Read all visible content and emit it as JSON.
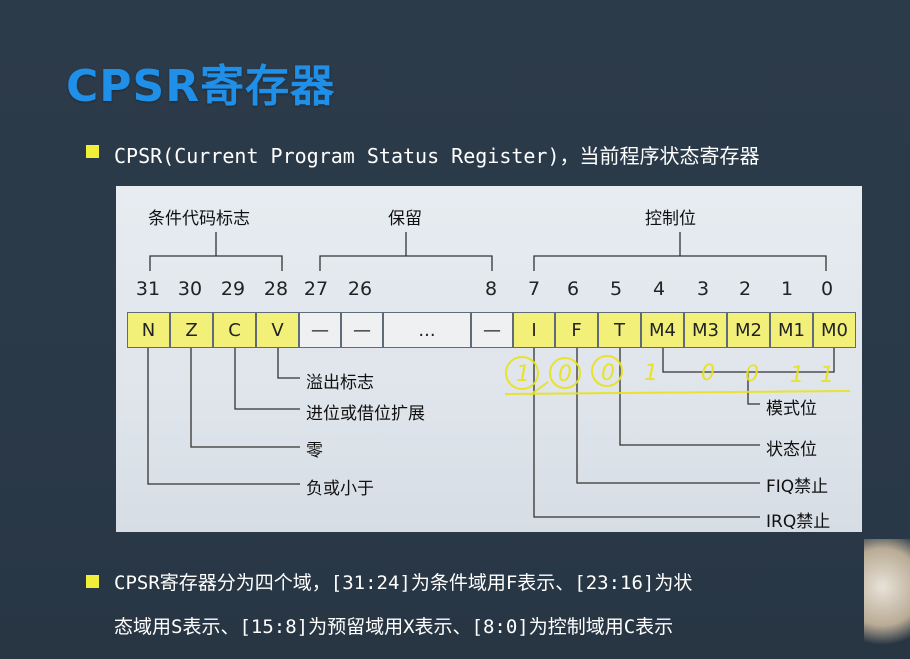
{
  "slide": {
    "title": "CPSR寄存器",
    "bullet1": "CPSR(Current Program Status Register)，当前程序状态寄存器",
    "bullet2_line1": "CPSR寄存器分为四个域，[31:24]为条件域用F表示、[23:16]为状",
    "bullet2_line2": "态域用S表示、[15:8]为预留域用X表示、[8:0]为控制域用C表示"
  },
  "diagram": {
    "groups": {
      "cond": "条件代码标志",
      "reserved": "保留",
      "control": "控制位"
    },
    "bit_numbers": [
      "31",
      "30",
      "29",
      "28",
      "27",
      "26",
      "8",
      "7",
      "6",
      "5",
      "4",
      "3",
      "2",
      "1",
      "0"
    ],
    "bits": [
      "N",
      "Z",
      "C",
      "V",
      "—",
      "—",
      "...",
      "—",
      "I",
      "F",
      "T",
      "M4",
      "M3",
      "M2",
      "M1",
      "M0"
    ],
    "labels": {
      "overflow": "溢出标志",
      "carry": "进位或借位扩展",
      "zero": "零",
      "negative": "负或小于",
      "mode": "模式位",
      "state": "状态位",
      "fiq": "FIQ禁止",
      "irq": "IRQ禁止"
    },
    "handwritten": [
      "1",
      "0",
      "0",
      "1",
      "0",
      "0",
      "1",
      "1"
    ]
  },
  "colors": {
    "title": "#1f8fe8",
    "bullet": "#f2ef3a",
    "bit_highlight": "#f3f07a",
    "handwriting": "#e9e21a"
  }
}
